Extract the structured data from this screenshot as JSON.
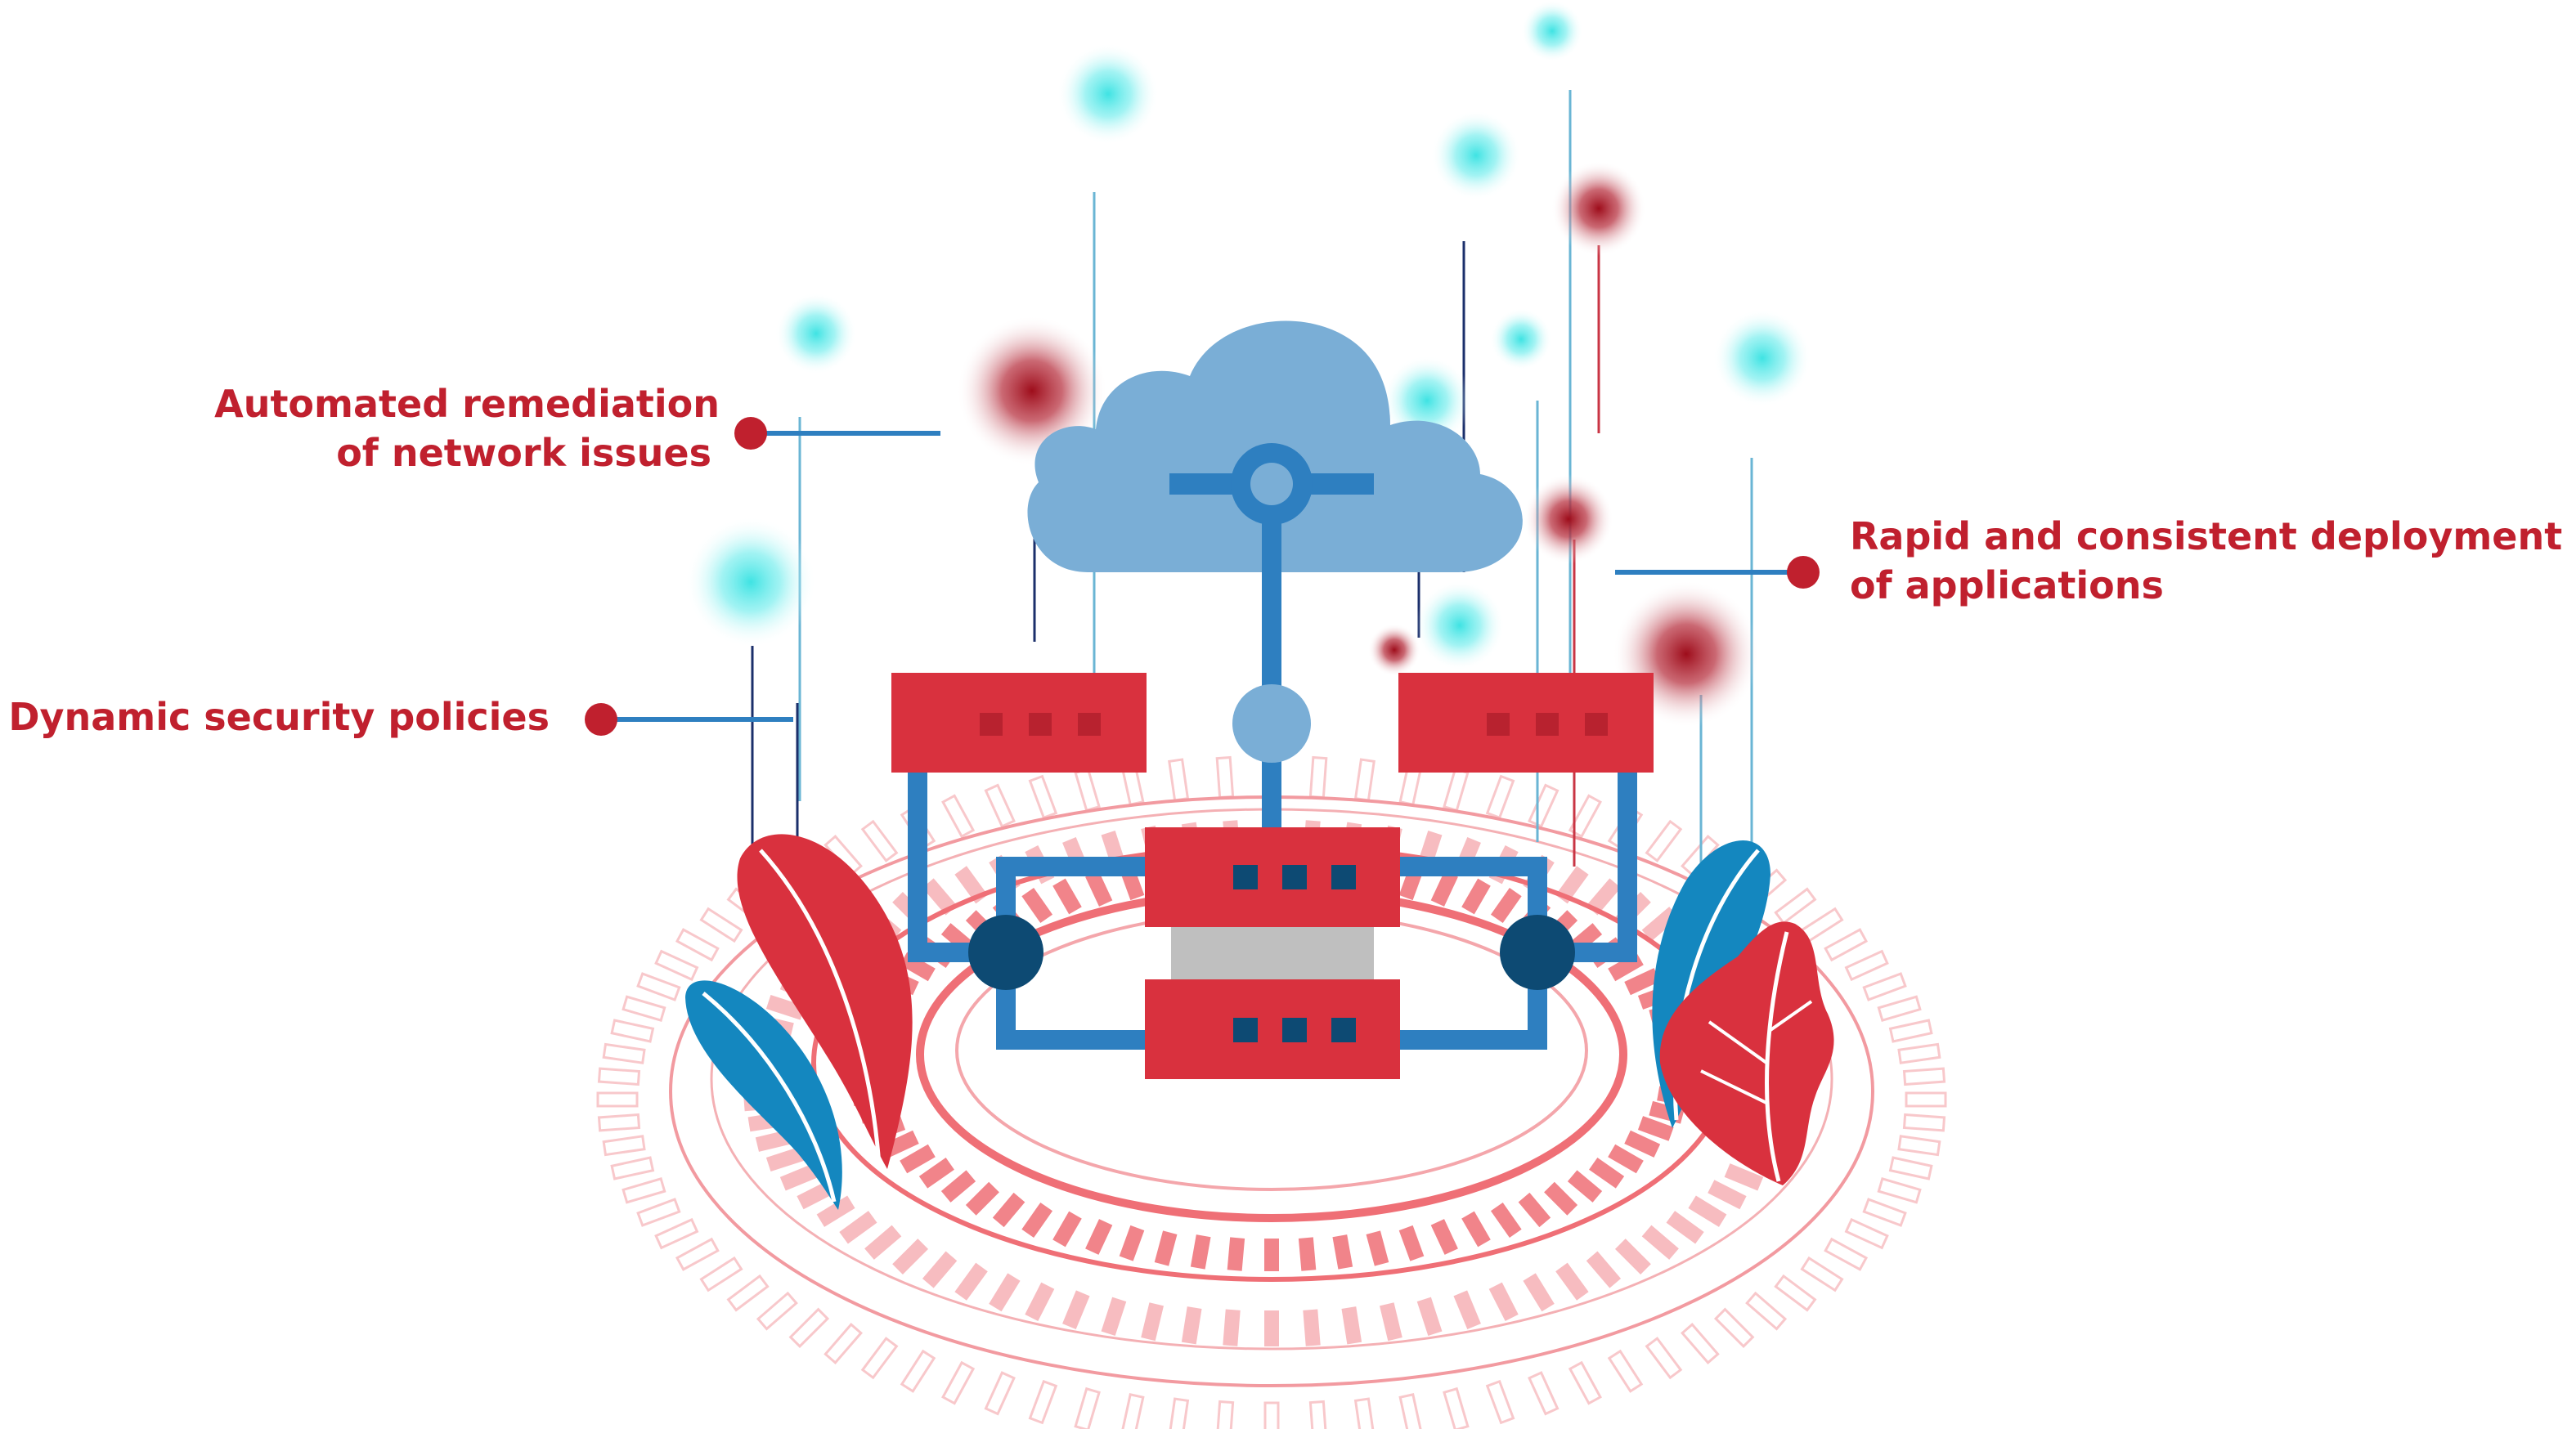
{
  "callouts": {
    "remediation": {
      "line1": "Automated remediation",
      "line2": "of network issues"
    },
    "deployment": {
      "line1": "Rapid and consistent deployment",
      "line2": "of applications"
    },
    "security": {
      "line1": "Dynamic security policies"
    }
  },
  "colors": {
    "label_text": "#c0202e",
    "server_red": "#d9313e",
    "server_dark": "#b8222f",
    "network_blue": "#2e7fc0",
    "node_navy": "#0d4a73",
    "cloud_blue": "#7aaed6",
    "ring_red": "#ef6f76",
    "ring_pink": "#f8c8ca",
    "glow_cyan": "#3fe3e3",
    "glow_red": "#a3101d",
    "leaf_blue": "#1487bf",
    "leaf_red": "#d9313e",
    "storage_gray": "#bfbfbf"
  },
  "icons": [
    "cloud-icon",
    "server-icon",
    "network-node-icon",
    "leaf-icon",
    "glow-particle-icon"
  ]
}
